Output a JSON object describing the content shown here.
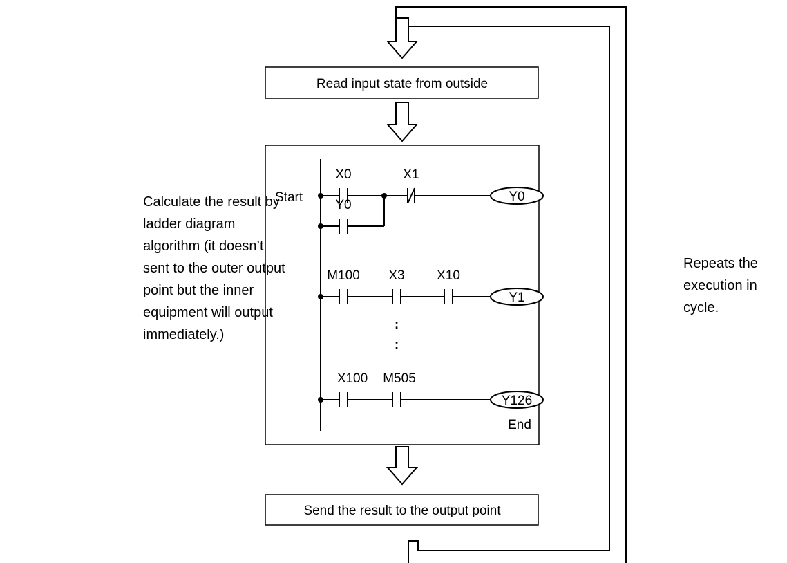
{
  "steps": {
    "read_input": "Read input state from outside",
    "send_output": "Send the result to the output point"
  },
  "left_note": [
    "Calculate the result by",
    "ladder diagram",
    "algorithm (it doesn’t",
    "sent to the outer output",
    "point but the inner",
    "equipment will output",
    "immediately.)"
  ],
  "right_note": [
    "Repeats the",
    "execution in",
    "cycle."
  ],
  "ladder": {
    "start_label": "Start",
    "end_label": "End",
    "vertical_dots": ":",
    "rungs": [
      {
        "contacts": [
          "X0",
          "X1"
        ],
        "coil": "Y0"
      },
      {
        "contacts": [
          "Y0"
        ],
        "note": "parallel branch"
      },
      {
        "contacts": [
          "M100",
          "X3",
          "X10"
        ],
        "coil": "Y1"
      },
      {
        "contacts": [
          "X100",
          "M505"
        ],
        "coil": "Y126"
      }
    ]
  }
}
